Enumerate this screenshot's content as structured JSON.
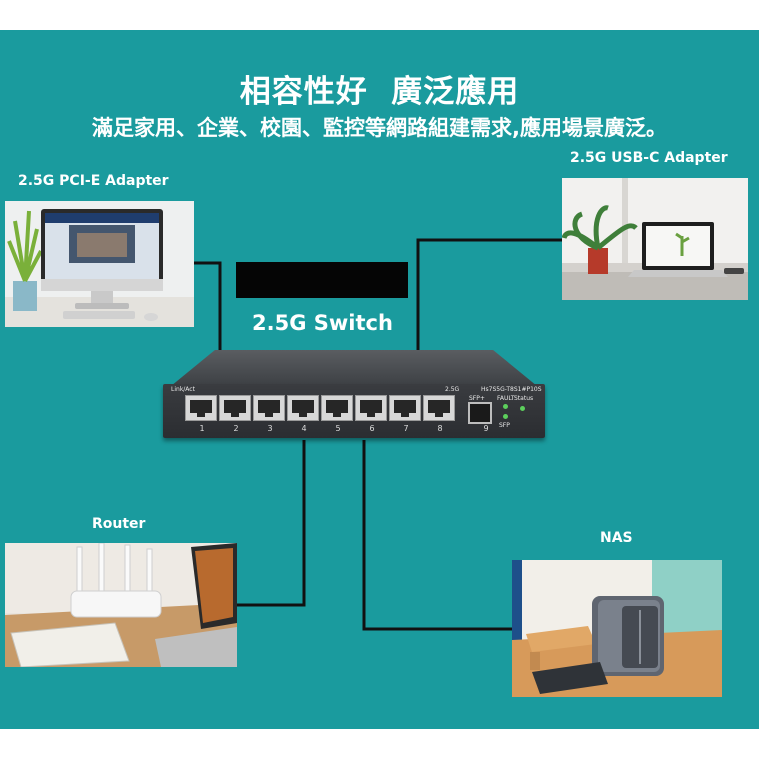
{
  "heading": {
    "title": "相容性好  廣泛應用",
    "subtitle": "滿足家用、企業、校園、監控等網路組建需求,應用場景廣泛。"
  },
  "devices": {
    "pcie_adapter": "2.5G PCI-E Adapter",
    "usbc_adapter": "2.5G USB-C Adapter",
    "switch": "2.5G Switch",
    "router": "Router",
    "nas": "NAS"
  },
  "switch_panel": {
    "link_act": "Link/Act",
    "speed": "2.5G",
    "model": "Hs7S5G-T8S1#P10S",
    "sfp": "SFP+",
    "fault": "FAULT",
    "status": "Status",
    "sfp_led": "SFP",
    "port_numbers": [
      "1",
      "2",
      "3",
      "4",
      "5",
      "6",
      "7",
      "8",
      "9"
    ]
  },
  "colors": {
    "background": "#1a9b9e",
    "text": "#ffffff",
    "wire": "#111111"
  },
  "icons": [
    "desktop-computer-image",
    "laptop-desk-image",
    "router-image",
    "nas-image",
    "network-switch"
  ]
}
